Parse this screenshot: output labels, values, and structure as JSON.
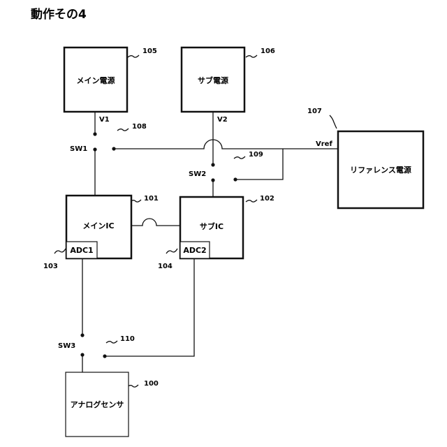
{
  "title": "動作その4",
  "blocks": {
    "main_power": "メイン電源",
    "sub_power": "サブ電源",
    "ref_power": "リファレンス電源",
    "main_ic": "メインIC",
    "sub_ic": "サブIC",
    "adc1": "ADC1",
    "adc2": "ADC2",
    "sensor": "アナログセンサ"
  },
  "refs": {
    "r100": "100",
    "r101": "101",
    "r102": "102",
    "r103": "103",
    "r104": "104",
    "r105": "105",
    "r106": "106",
    "r107": "107",
    "r108": "108",
    "r109": "109",
    "r110": "110"
  },
  "signals": {
    "v1": "V1",
    "v2": "V2",
    "vref": "Vref",
    "sw1": "SW1",
    "sw2": "SW2",
    "sw3": "SW3"
  }
}
